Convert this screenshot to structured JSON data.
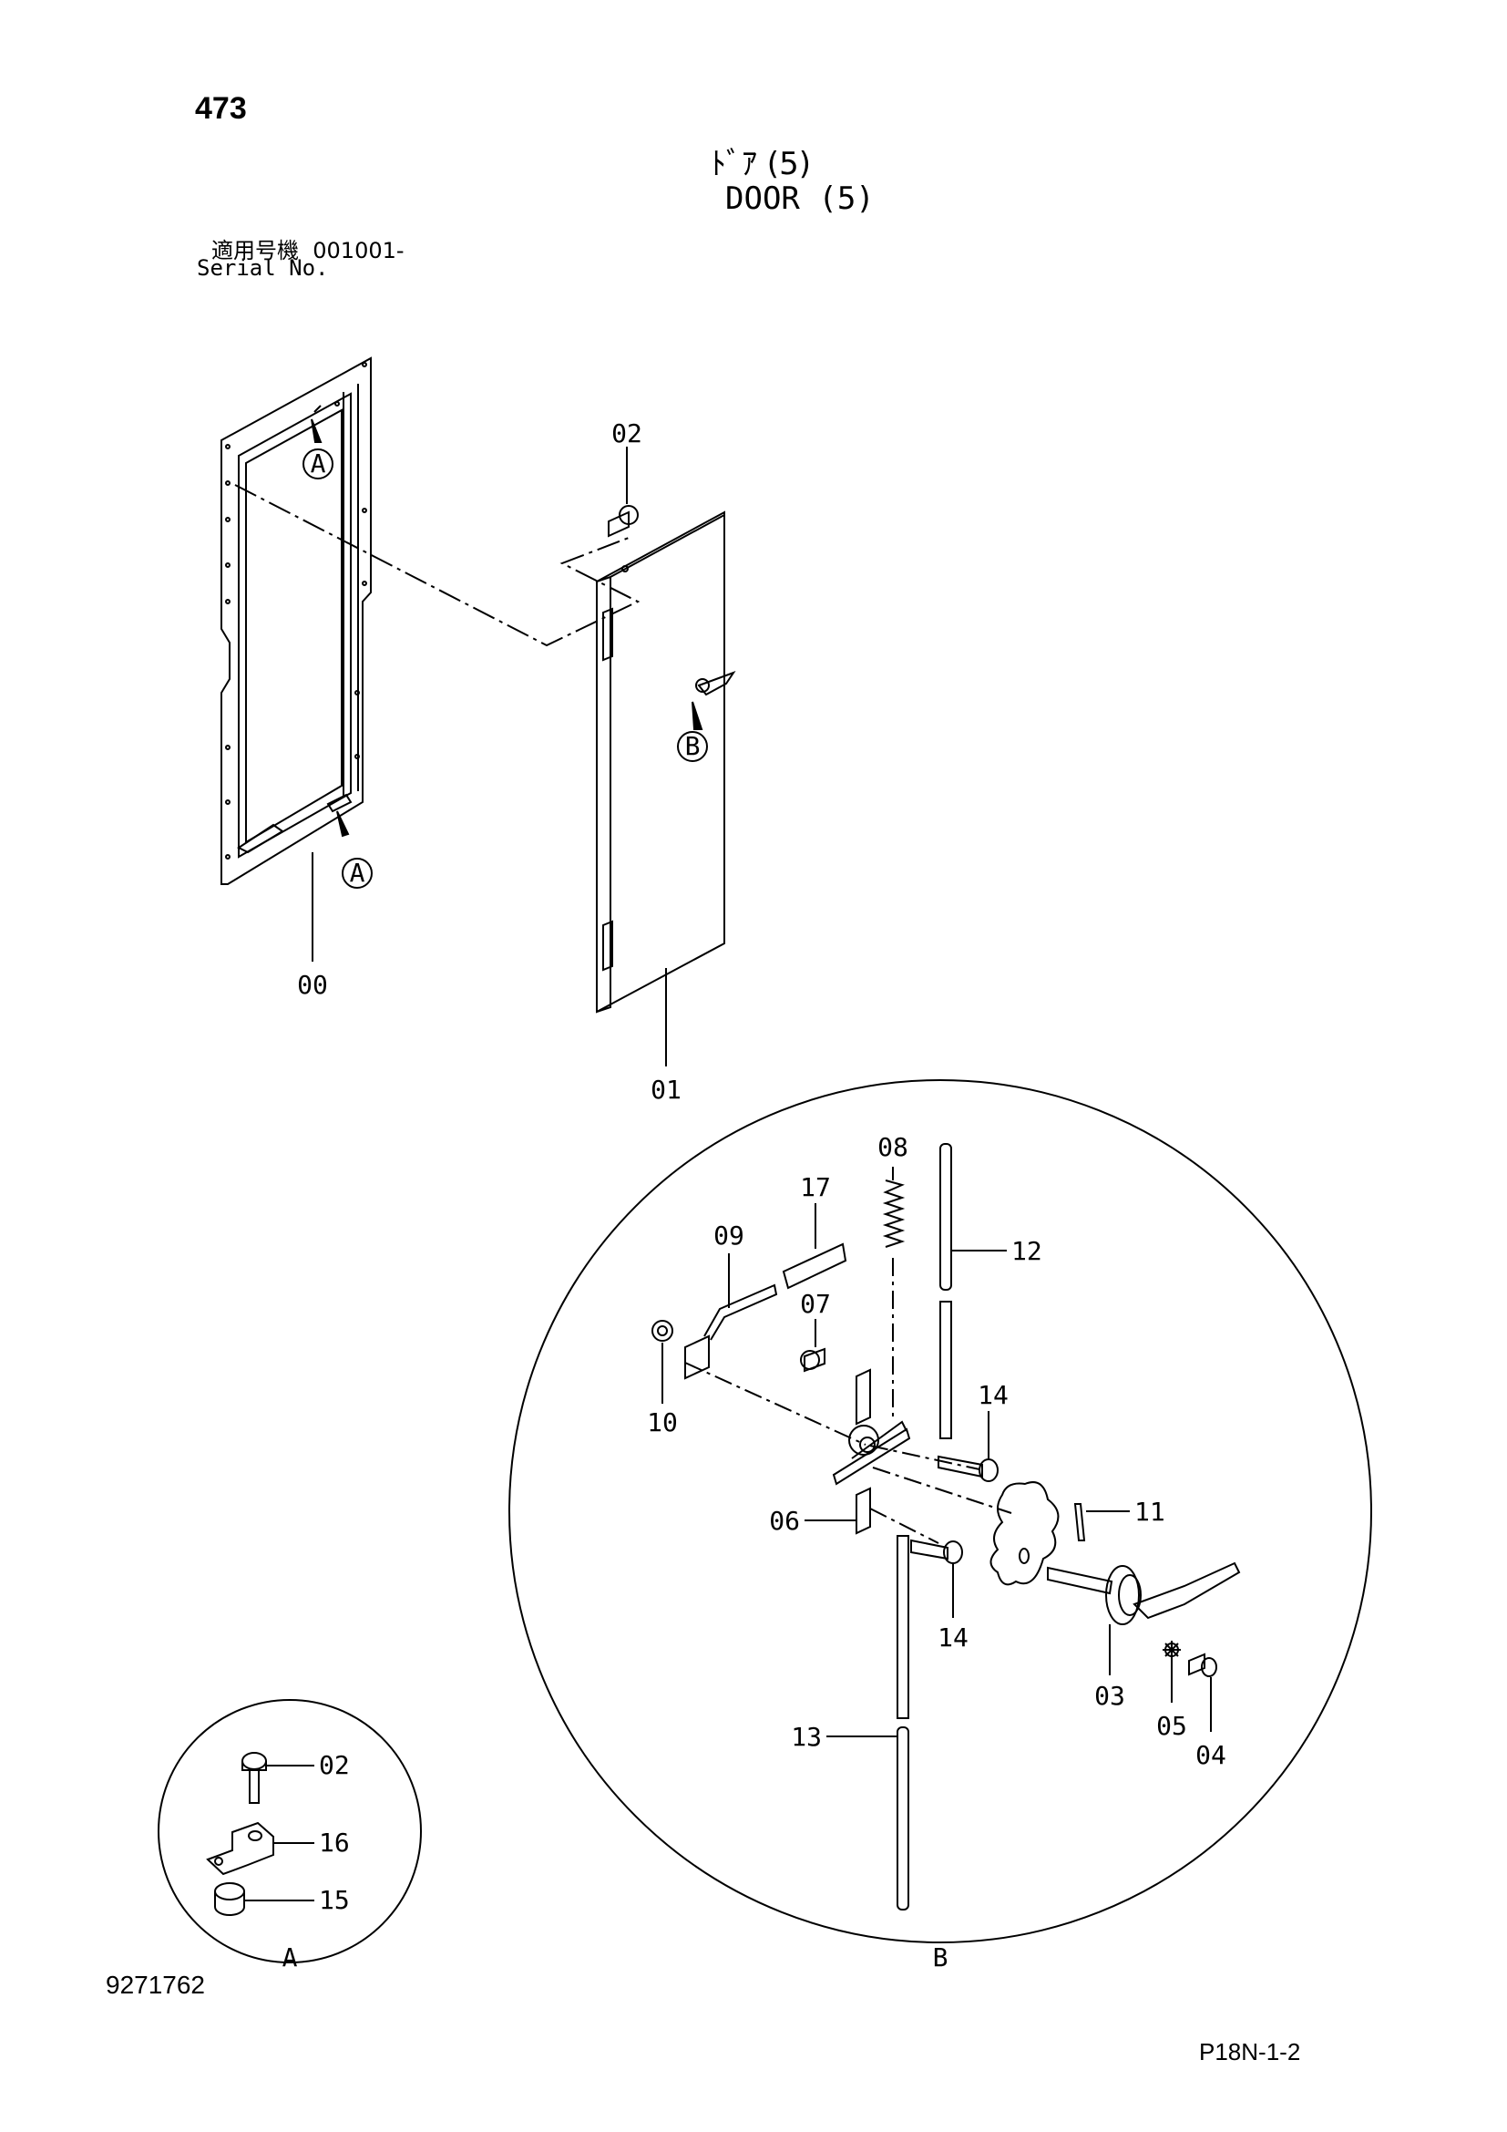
{
  "header": {
    "page_number": "473",
    "title_jp": "ﾄﾞｱ (5)",
    "title_en": "DOOR (5)",
    "serial_label_jp": "適用号機",
    "serial_value": "001001-",
    "serial_label_en": "Serial No."
  },
  "callouts": {
    "p00": "00",
    "p01": "01",
    "p02": "02",
    "p03": "03",
    "p04": "04",
    "p05": "05",
    "p06": "06",
    "p07": "07",
    "p08": "08",
    "p09": "09",
    "p10": "10",
    "p11": "11",
    "p12": "12",
    "p13": "13",
    "p14a": "14",
    "p14b": "14",
    "p17": "17",
    "detA_02": "02",
    "detA_16": "16",
    "detA_15": "15"
  },
  "detail_refs": {
    "a_top": "A",
    "a_bottom": "A",
    "b_door": "B",
    "circle_a": "A",
    "circle_b": "B"
  },
  "footer": {
    "drawing_number": "9271762",
    "sheet_code": "P18N-1-2"
  }
}
